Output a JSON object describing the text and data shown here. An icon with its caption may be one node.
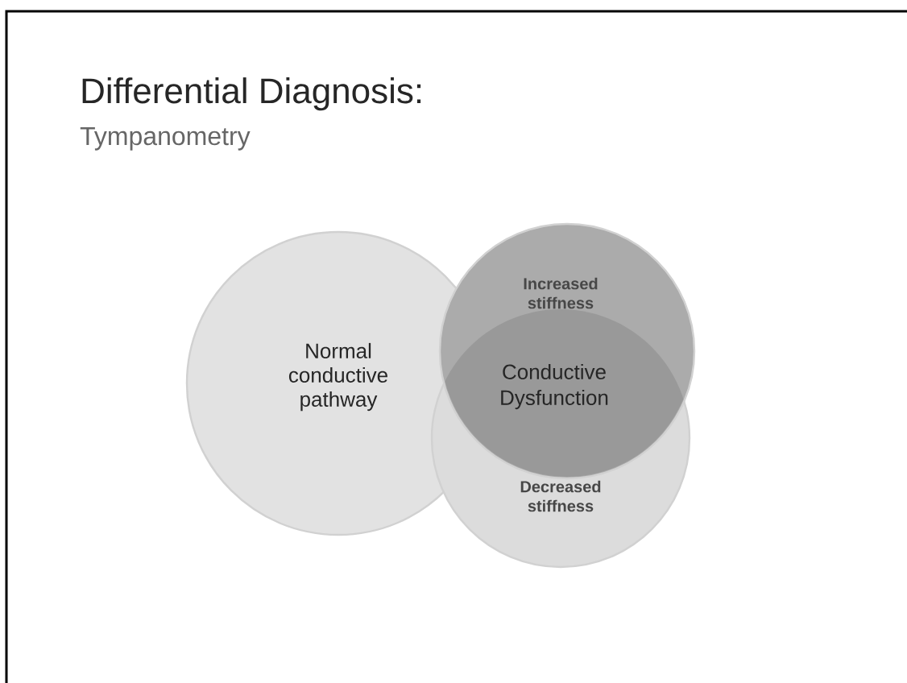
{
  "diagram": {
    "title": "Differential Diagnosis:",
    "nodes": [
      {
        "text": [
          "Normal conductive pathway"
        ]
      },
      {
        "text": [
          "Increased stiffness"
        ]
      },
      {
        "text": [
          "Decreased stiffness"
        ]
      }
    ],
    "labels": [
      "Tympanometry",
      "Conductive Dysfunction"
    ]
  }
}
